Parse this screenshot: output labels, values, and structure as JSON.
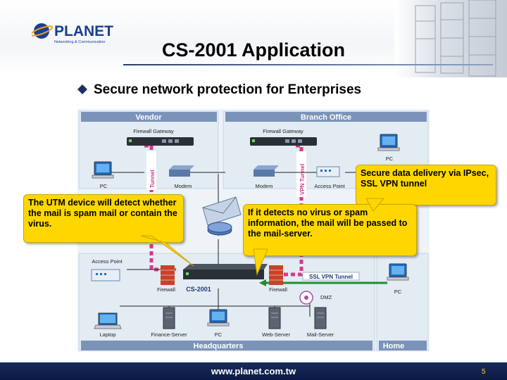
{
  "brand": {
    "name": "PLANET",
    "tagline": "Networking & Communication"
  },
  "slide": {
    "title": "CS-2001 Application",
    "bullet": "Secure network protection for Enterprises"
  },
  "diagram": {
    "sections": {
      "vendor": "Vendor",
      "branch_office": "Branch Office",
      "headquarters": "Headquarters",
      "home": "Home"
    },
    "devices": {
      "vendor_gateway": "Firewall Gateway",
      "branch_gateway": "Firewall Gateway",
      "vendor_pc": "PC",
      "vendor_modem": "Modem",
      "branch_modem": "Modem",
      "branch_ap": "Access Point",
      "branch_pc": "PC",
      "hq_ap": "Access Point",
      "hq_firewall_left": "Firewall",
      "hq_device": "CS-2001",
      "hq_firewall_right": "Firewall",
      "dmz": "DMZ",
      "laptop": "Laptop",
      "finance_server": "Finance-Server",
      "hq_pc": "PC",
      "web_server": "Web-Server",
      "mail_server": "Mail-Server",
      "home_pc": "PC"
    },
    "tunnels": {
      "vendor_tunnel": "Tunnel",
      "branch_tunnel": "VPN Tunnel",
      "ssl_tunnel": "SSL VPN Tunnel"
    }
  },
  "callouts": {
    "utm": "The UTM device will detect whether the mail is spam mail or contain the virus.",
    "secure": "Secure data delivery via IPsec, SSL VPN tunnel",
    "virus": "If it detects no virus or spam information, the mail will be passed to the mail-server."
  },
  "footer": {
    "url": "www.planet.com.tw",
    "page": "5"
  }
}
